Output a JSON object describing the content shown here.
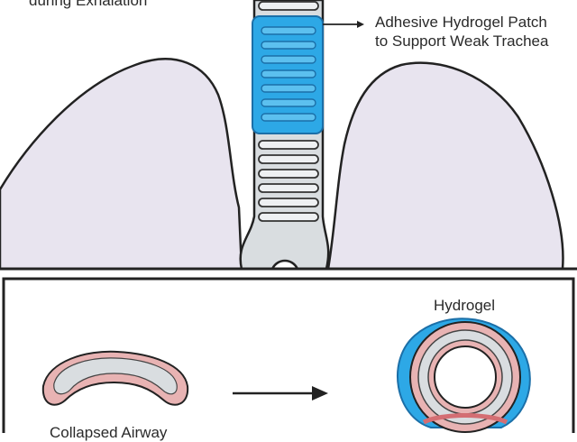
{
  "labels": {
    "top_caption": "during Exhalation",
    "patch_label_line1": "Adhesive Hydrogel Patch",
    "patch_label_line2": "to Support Weak Trachea",
    "hydrogel": "Hydrogel",
    "collapsed": "Collapsed Airway"
  },
  "colors": {
    "lung_fill": "#e8e4ef",
    "outline": "#222222",
    "hydrogel_blue": "#2da8e6",
    "trachea_gray": "#d9dde0",
    "airway_pink": "#d46e73"
  }
}
